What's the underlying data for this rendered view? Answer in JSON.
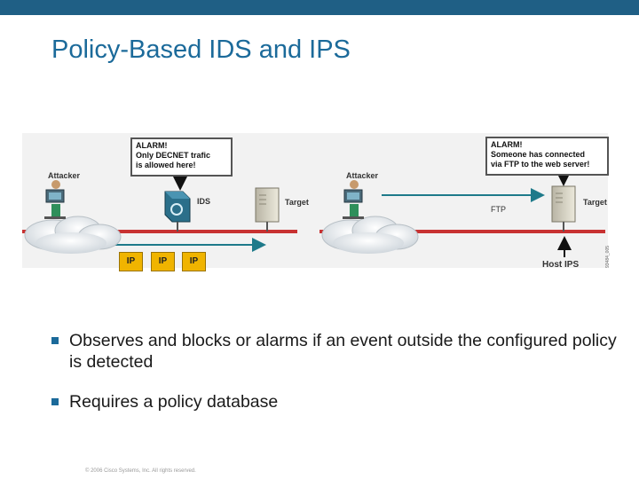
{
  "slide": {
    "title": "Policy-Based IDS and IPS",
    "footer": "© 2006 Cisco Systems, Inc. All rights reserved."
  },
  "diagram": {
    "left": {
      "alarm_lines": [
        "ALARM!",
        "Only DECNET trafic",
        "is allowed here!"
      ],
      "attacker_label": "Attacker",
      "ids_label": "IDS",
      "target_label": "Target",
      "packet_labels": [
        "IP",
        "IP",
        "IP"
      ]
    },
    "right": {
      "alarm_lines": [
        "ALARM!",
        "Someone has connected",
        "via FTP to the web server!"
      ],
      "attacker_label": "Attacker",
      "ftp_label": "FTP",
      "target_label": "Target",
      "host_ips_label": "Host IPS"
    },
    "watermark": "93484_005"
  },
  "bullets": [
    "Observes and blocks or alarms if an event outside the configured policy is detected",
    "Requires a policy database"
  ],
  "colors": {
    "top_bar": "#1f5f85",
    "title": "#1b6a9a",
    "network_line": "#c83232",
    "flow_arrow": "#1e7a8a",
    "packet": "#f0b400"
  }
}
